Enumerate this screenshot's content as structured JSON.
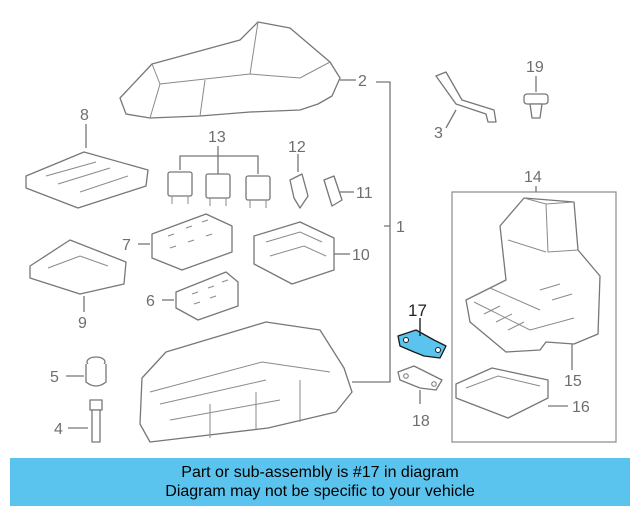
{
  "labels": {
    "l1": "1",
    "l2": "2",
    "l3": "3",
    "l4": "4",
    "l5": "5",
    "l6": "6",
    "l7": "7",
    "l8": "8",
    "l9": "9",
    "l10": "10",
    "l11": "11",
    "l12": "12",
    "l13": "13",
    "l14": "14",
    "l15": "15",
    "l16": "16",
    "l17": "17",
    "l18": "18",
    "l19": "19"
  },
  "highlight_color": "#5bc4ee",
  "caption": {
    "line1": "Part or sub-assembly is #17 in diagram",
    "line2": "Diagram may not be specific to your vehicle"
  }
}
